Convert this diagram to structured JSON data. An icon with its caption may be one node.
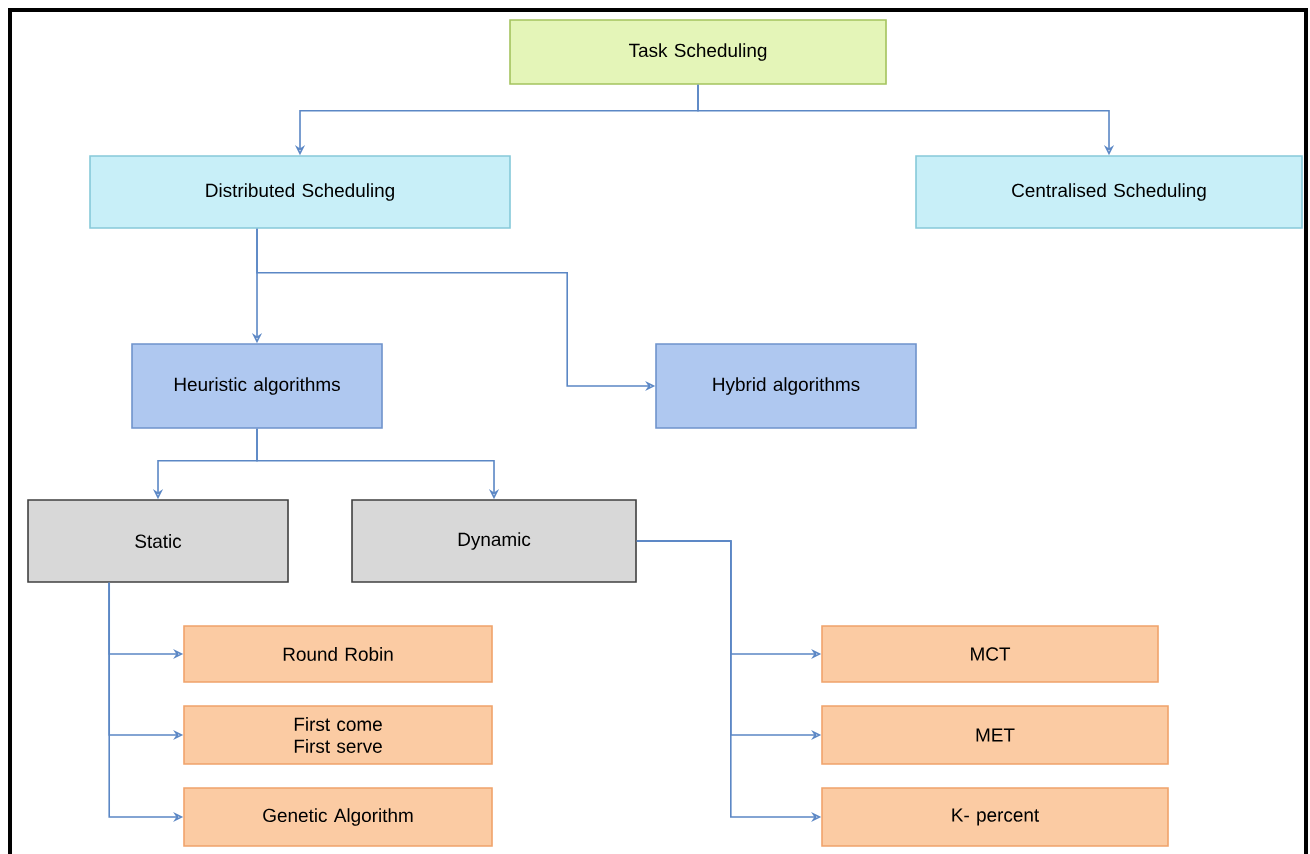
{
  "diagram": {
    "nodes": [
      {
        "text": [
          "Task Scheduling"
        ]
      },
      {
        "text": [
          "Distributed Scheduling"
        ]
      },
      {
        "text": [
          "Centralised Scheduling"
        ]
      },
      {
        "text": [
          "Heuristic algorithms"
        ]
      },
      {
        "text": [
          "Hybrid algorithms"
        ]
      },
      {
        "text": [
          "Static"
        ]
      },
      {
        "text": [
          "Dynamic"
        ]
      },
      {
        "text": [
          "Round Robin"
        ]
      },
      {
        "text": [
          "First come First serve"
        ]
      },
      {
        "text": [
          "Genetic Algorithm"
        ]
      },
      {
        "text": [
          "MCT"
        ]
      },
      {
        "text": [
          "MET"
        ]
      },
      {
        "text": [
          "K- percent"
        ]
      }
    ],
    "edges": [
      {
        "from": 0,
        "to": 1,
        "arrow": "to"
      },
      {
        "from": 0,
        "to": 2,
        "arrow": "to"
      },
      {
        "from": 1,
        "to": 3,
        "arrow": "to"
      },
      {
        "from": 1,
        "to": 4,
        "arrow": "to"
      },
      {
        "from": 3,
        "to": 5,
        "arrow": "to"
      },
      {
        "from": 3,
        "to": 6,
        "arrow": "to"
      },
      {
        "from": 5,
        "to": 7,
        "arrow": "to"
      },
      {
        "from": 5,
        "to": 8,
        "arrow": "to"
      },
      {
        "from": 5,
        "to": 9,
        "arrow": "to"
      },
      {
        "from": 6,
        "to": 10,
        "arrow": "to"
      },
      {
        "from": 6,
        "to": 11,
        "arrow": "to"
      },
      {
        "from": 6,
        "to": 12,
        "arrow": "to"
      }
    ]
  }
}
